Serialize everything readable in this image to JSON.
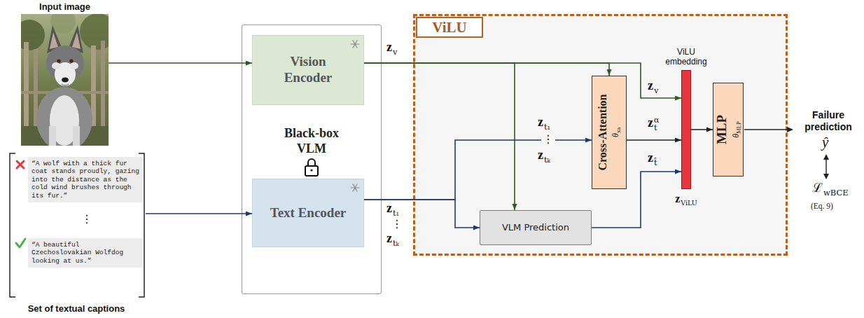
{
  "diagram": {
    "nodes": [
      {
        "text": [
          "Input image"
        ]
      },
      {
        "text": [
          "Set of textual captions"
        ]
      },
      {
        "text": [
          "“A wolf with a thick fur coat stands proudly, gazing into the distance as the cold wind brushes through its fur.”"
        ],
        "in": 1
      },
      {
        "text": [
          "“A beautiful Czechoslovakian Wolfdog looking at us.”"
        ],
        "in": 1
      },
      {
        "text": [
          "Black-box VLM"
        ]
      },
      {
        "text": [
          "Vision Encoder"
        ],
        "in": 4
      },
      {
        "text": [
          "Text Encoder"
        ],
        "in": 4
      },
      {
        "text": [
          "ViLU"
        ]
      },
      {
        "text": [
          "Cross-Attention",
          "θ",
          "xa"
        ],
        "in": 7
      },
      {
        "text": [
          "VLM Prediction"
        ],
        "in": 7
      },
      {
        "text": [
          "ViLU embedding",
          "z",
          "ViLU"
        ],
        "in": 7
      },
      {
        "text": [
          "MLP",
          "θ",
          "MLP"
        ],
        "in": 7
      }
    ],
    "edges": [
      {
        "from": 0,
        "to": 5,
        "arrow": "to"
      },
      {
        "from": 1,
        "to": 6,
        "arrow": "to"
      },
      {
        "from": 5,
        "to": 8,
        "arrow": "to"
      },
      {
        "from": 5,
        "to": 9,
        "arrow": "to"
      },
      {
        "from": 5,
        "to": 10,
        "arrow": "to"
      },
      {
        "from": 6,
        "to": 8,
        "arrow": "to"
      },
      {
        "from": 6,
        "to": 9,
        "arrow": "to"
      },
      {
        "from": 8,
        "to": 10,
        "arrow": "to"
      },
      {
        "from": 9,
        "to": 10,
        "arrow": "to"
      },
      {
        "from": 10,
        "to": 11,
        "arrow": "to"
      }
    ],
    "labels": [
      "z",
      "v",
      "z",
      "t₁",
      "⋮",
      "z",
      "tₖ",
      "z",
      "t₁",
      "⋮",
      "z",
      "tₖ",
      "z",
      "v",
      "z",
      "t",
      "α",
      "z",
      "t̂",
      "Failure prediction",
      "ŷ",
      "ℒ",
      "wBCE",
      "(Eq. 9)",
      "⋮"
    ]
  }
}
